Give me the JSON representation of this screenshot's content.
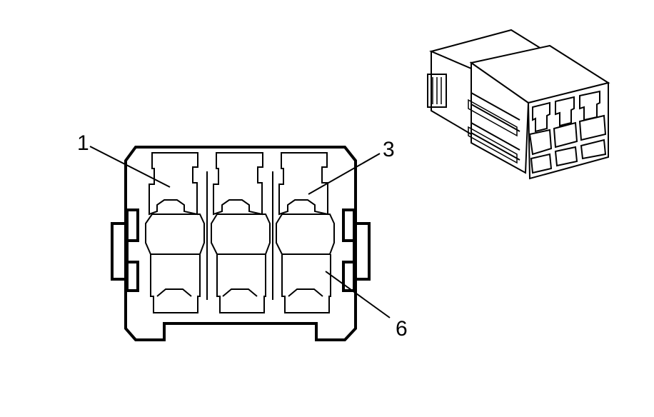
{
  "diagram": {
    "callouts": [
      {
        "label": "1"
      },
      {
        "label": "3"
      },
      {
        "label": "6"
      }
    ]
  }
}
